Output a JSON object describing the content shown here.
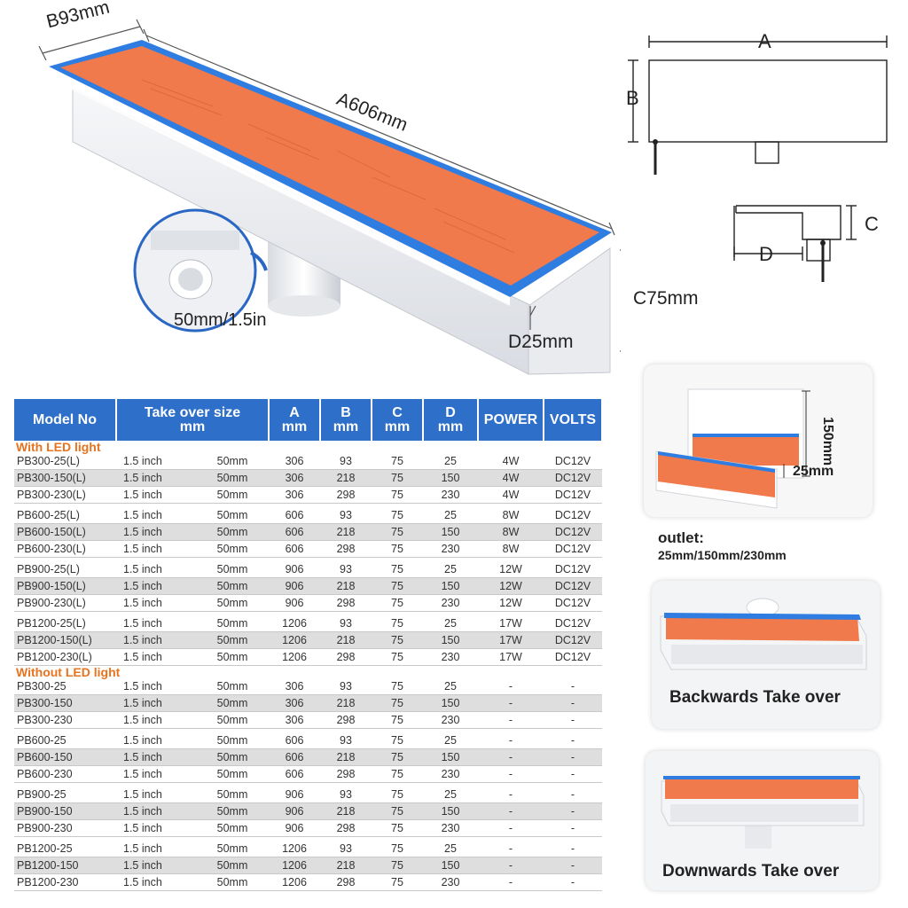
{
  "product_labels": {
    "width": "B93mm",
    "length": "A606mm",
    "height": "C75mm",
    "outlet": "D25mm",
    "pipe": "50mm/1.5in"
  },
  "diagram_labels": {
    "a": "A",
    "b": "B",
    "c": "C",
    "d": "D"
  },
  "thumb_labels": {
    "height": "150mm",
    "outlet": "25mm"
  },
  "outlet_note": {
    "title": "outlet:",
    "sizes": "25mm/150mm/230mm"
  },
  "photo_captions": {
    "backwards": "Backwards Take over",
    "downwards": "Downwards Take over"
  },
  "table": {
    "headers": {
      "model": "Model No",
      "take_over_1": "Take over size",
      "take_over_2": "mm",
      "a_1": "A",
      "a_2": "mm",
      "b_1": "B",
      "b_2": "mm",
      "c_1": "C",
      "c_2": "mm",
      "d_1": "D",
      "d_2": "mm",
      "power": "POWER",
      "volts": "VOLTS"
    },
    "sections": [
      {
        "title": "With LED light",
        "groups": [
          [
            [
              "PB300-25(L)",
              "1.5 inch",
              "50mm",
              "306",
              "93",
              "75",
              "25",
              "4W",
              "DC12V"
            ],
            [
              "PB300-150(L)",
              "1.5 inch",
              "50mm",
              "306",
              "218",
              "75",
              "150",
              "4W",
              "DC12V"
            ],
            [
              "PB300-230(L)",
              "1.5 inch",
              "50mm",
              "306",
              "298",
              "75",
              "230",
              "4W",
              "DC12V"
            ]
          ],
          [
            [
              "PB600-25(L)",
              "1.5 inch",
              "50mm",
              "606",
              "93",
              "75",
              "25",
              "8W",
              "DC12V"
            ],
            [
              "PB600-150(L)",
              "1.5 inch",
              "50mm",
              "606",
              "218",
              "75",
              "150",
              "8W",
              "DC12V"
            ],
            [
              "PB600-230(L)",
              "1.5 inch",
              "50mm",
              "606",
              "298",
              "75",
              "230",
              "8W",
              "DC12V"
            ]
          ],
          [
            [
              "PB900-25(L)",
              "1.5 inch",
              "50mm",
              "906",
              "93",
              "75",
              "25",
              "12W",
              "DC12V"
            ],
            [
              "PB900-150(L)",
              "1.5 inch",
              "50mm",
              "906",
              "218",
              "75",
              "150",
              "12W",
              "DC12V"
            ],
            [
              "PB900-230(L)",
              "1.5 inch",
              "50mm",
              "906",
              "298",
              "75",
              "230",
              "12W",
              "DC12V"
            ]
          ],
          [
            [
              "PB1200-25(L)",
              "1.5 inch",
              "50mm",
              "1206",
              "93",
              "75",
              "25",
              "17W",
              "DC12V"
            ],
            [
              "PB1200-150(L)",
              "1.5 inch",
              "50mm",
              "1206",
              "218",
              "75",
              "150",
              "17W",
              "DC12V"
            ],
            [
              "PB1200-230(L)",
              "1.5 inch",
              "50mm",
              "1206",
              "298",
              "75",
              "230",
              "17W",
              "DC12V"
            ]
          ]
        ]
      },
      {
        "title": "Without LED light",
        "groups": [
          [
            [
              "PB300-25",
              "1.5 inch",
              "50mm",
              "306",
              "93",
              "75",
              "25",
              "-",
              "-"
            ],
            [
              "PB300-150",
              "1.5 inch",
              "50mm",
              "306",
              "218",
              "75",
              "150",
              "-",
              "-"
            ],
            [
              "PB300-230",
              "1.5 inch",
              "50mm",
              "306",
              "298",
              "75",
              "230",
              "-",
              "-"
            ]
          ],
          [
            [
              "PB600-25",
              "1.5 inch",
              "50mm",
              "606",
              "93",
              "75",
              "25",
              "-",
              "-"
            ],
            [
              "PB600-150",
              "1.5 inch",
              "50mm",
              "606",
              "218",
              "75",
              "150",
              "-",
              "-"
            ],
            [
              "PB600-230",
              "1.5 inch",
              "50mm",
              "606",
              "298",
              "75",
              "230",
              "-",
              "-"
            ]
          ],
          [
            [
              "PB900-25",
              "1.5 inch",
              "50mm",
              "906",
              "93",
              "75",
              "25",
              "-",
              "-"
            ],
            [
              "PB900-150",
              "1.5 inch",
              "50mm",
              "906",
              "218",
              "75",
              "150",
              "-",
              "-"
            ],
            [
              "PB900-230",
              "1.5 inch",
              "50mm",
              "906",
              "298",
              "75",
              "230",
              "-",
              "-"
            ]
          ],
          [
            [
              "PB1200-25",
              "1.5 inch",
              "50mm",
              "1206",
              "93",
              "75",
              "25",
              "-",
              "-"
            ],
            [
              "PB1200-150",
              "1.5 inch",
              "50mm",
              "1206",
              "218",
              "75",
              "150",
              "-",
              "-"
            ],
            [
              "PB1200-230",
              "1.5 inch",
              "50mm",
              "1206",
              "298",
              "75",
              "230",
              "-",
              "-"
            ]
          ]
        ]
      }
    ]
  },
  "colors": {
    "header_blue": "#2d6fc9",
    "section_orange": "#e8731e",
    "product_orange": "#f07a4c",
    "product_blue": "#2f7de0"
  }
}
